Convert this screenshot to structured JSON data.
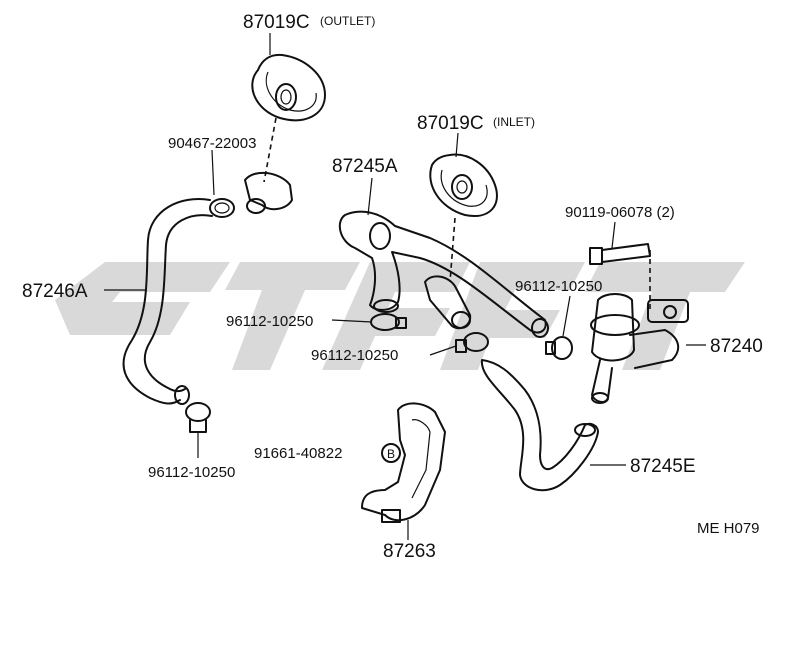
{
  "labels": {
    "grommet_outlet_num": "87019C",
    "grommet_outlet_desc": "(OUTLET)",
    "grommet_inlet_num": "87019C",
    "grommet_inlet_desc": "(INLET)",
    "clamp_top": "90467-22003",
    "hose_a": "87245A",
    "hose_left": "87246A",
    "bolt": "90119-06078 (2)",
    "clamp_mid_left": "96112-10250",
    "clamp_mid_center": "96112-10250",
    "clamp_right": "96112-10250",
    "clamp_bottom": "96112-10250",
    "valve": "87240",
    "hose_e": "87245E",
    "screw_b": "91661-40822",
    "screw_b_mark": "B",
    "bracket": "87263",
    "ref_code": "ME H079"
  },
  "colors": {
    "line": "#111111",
    "watermark": "#d2d2d2",
    "background": "#ffffff"
  }
}
